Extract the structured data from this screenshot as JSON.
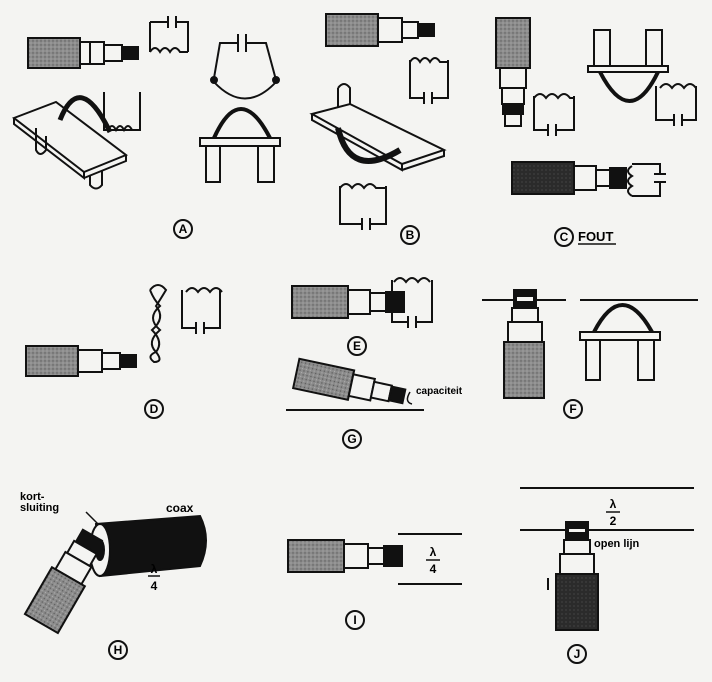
{
  "panels": {
    "A": {
      "label": "A"
    },
    "B": {
      "label": "B"
    },
    "C": {
      "label": "C",
      "note": "FOUT"
    },
    "D": {
      "label": "D"
    },
    "E": {
      "label": "E"
    },
    "F": {
      "label": "F"
    },
    "G": {
      "label": "G",
      "note": "capaciteit"
    },
    "H": {
      "label": "H",
      "note_short_1": "kort-",
      "note_short_2": "sluiting",
      "note_coax": "coax",
      "note_lambda": "λ",
      "note_den": "4"
    },
    "I": {
      "label": "I",
      "note_lambda": "λ",
      "note_den": "4"
    },
    "J": {
      "label": "J",
      "note_lambda": "λ",
      "note_den": "2",
      "note_line": "open lijn"
    }
  },
  "colors": {
    "ink": "#111111",
    "paper": "#f4f4f2",
    "gray": "#8a8a8a",
    "dark": "#2a2a2a"
  }
}
